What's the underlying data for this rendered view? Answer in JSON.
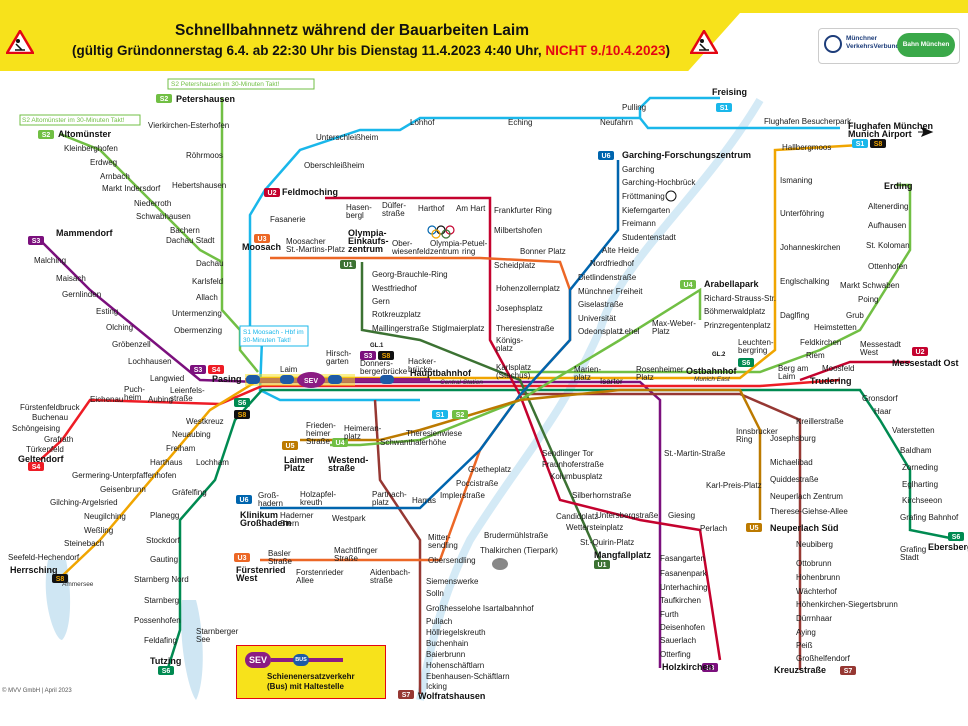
{
  "header": {
    "title": "Schnellbahnnetz während der Bauarbeiten Laim",
    "subtitle_prefix": "(gültig Gründonnerstag 6.4. ab 22:30 Uhr bis Dienstag 11.4.2023 4:40 Uhr, ",
    "subtitle_warning": "NICHT 9./10.4.2023",
    "subtitle_suffix": ")"
  },
  "logos": {
    "mvv_line1": "Münchner",
    "mvv_line2": "VerkehrsVerbund",
    "db": "Bahn München"
  },
  "colors": {
    "S1": "#1ab7ea",
    "S2": "#71bf44",
    "S3": "#7b107d",
    "S4": "#ee1c25",
    "S6": "#008a51",
    "S7": "#963833",
    "S8": "#f0a500",
    "U1": "#3c7233",
    "U2": "#c4022e",
    "U3": "#ec6726",
    "U5": "#bc7a00",
    "U6": "#0065ae",
    "SEV": "#8b1c83",
    "banner": "#f7e21b"
  },
  "notes": {
    "s2_petershausen": "S2 Petershausen im 30-Minuten Takt!",
    "s2_altomuenster": "S2 Altomünster im 30-Minuten Takt!",
    "s1_moosach_1": "S1 Moosach - Hbf im",
    "s1_moosach_2": "30-Minuten Takt!"
  },
  "badges": {
    "s2a": "S2",
    "s2b": "S2",
    "s3": "S3",
    "s3b": "S3",
    "s4": "S4",
    "s4b": "S4",
    "s6a": "S6",
    "s6b": "S6",
    "s6c": "S6",
    "s8a": "S8",
    "s8b": "S8",
    "s8c": "S8",
    "s8d": "S8",
    "s1a": "S1",
    "s1b": "S1",
    "s7a": "S7",
    "s7b": "S7",
    "s3c": "S3",
    "u1a": "U1",
    "u1b": "U1",
    "u2a": "U2",
    "u2b": "U2",
    "u3a": "U3",
    "u3b": "U3",
    "u4a": "U4",
    "u4b": "U4",
    "u5a": "U5",
    "u5b": "U5",
    "u6a": "U6",
    "u6b": "U6",
    "s1c": "S1",
    "s2c": "S2",
    "gl1": "GL.1",
    "gl2": "GL.2",
    "s8e": "S8",
    "s3d": "S3",
    "s6d": "S6"
  },
  "stations": {
    "petershausen": "Petershausen",
    "vierkirchen": "Vierkirchen-Esterhofen",
    "rohrmoos": "Röhrmoos",
    "hebertshausen": "Hebertshausen",
    "dachau_stadt": "Dachau Stadt",
    "dachau": "Dachau",
    "karlsfeld": "Karlsfeld",
    "allach": "Allach",
    "untermenzing": "Untermenzing",
    "obermenzing": "Obermenzing",
    "altomuenster": "Altomünster",
    "kleinberghofen": "Kleinberghofen",
    "erdweg": "Erdweg",
    "arnbach": "Arnbach",
    "markt_indersdorf": "Markt Indersdorf",
    "niederroth": "Niederroth",
    "schwabhausen": "Schwabhausen",
    "bachern": "Bachern",
    "mammendorf": "Mammendorf",
    "malching": "Malching",
    "maisach": "Maisach",
    "gernlinden": "Gernlinden",
    "esting": "Esting",
    "olching": "Olching",
    "groebenzell": "Gröbenzell",
    "lochhausen": "Lochhausen",
    "langwied": "Langwied",
    "pasing": "Pasing",
    "laim": "Laim",
    "hirschgarten": "Hirsch-\ngarten",
    "donnersbergerbruecke": "Donners-\nbergerbrücke",
    "hackerbruecke": "Hacker-\nbrücke",
    "hauptbahnhof": "Hauptbahnhof",
    "central_station": "Central Station",
    "karlsplatz": "Karlsplatz\n(Stachus)",
    "marienplatz": "Marien-\nplatz",
    "isartor": "Isartor",
    "rosenheimer_platz": "Rosenheimer\nPlatz",
    "ostbahnhof": "Ostbahnhof",
    "munich_east": "Munich East",
    "leuchtenbergring": "Leuchten-\nbergring",
    "berg_am_laim": "Berg am\nLaim",
    "trudering": "Trudering",
    "messestadt_west": "Messestadt\nWest",
    "messestadt_ost": "Messestadt Ost",
    "moosfeld": "Moosfeld",
    "gronsdorf": "Gronsdorf",
    "haar": "Haar",
    "vaterstetten": "Vaterstetten",
    "baldham": "Baldham",
    "zorneding": "Zorneding",
    "eglharting": "Eglharting",
    "kirchseeon": "Kirchseeon",
    "grafing_bahnhof": "Grafing Bahnhof",
    "grafing_stadt": "Grafing\nStadt",
    "ebersberg": "Ebersberg",
    "erding": "Erding",
    "altenerding": "Altenerding",
    "aufhausen": "Aufhausen",
    "st_koloman": "St. Koloman",
    "ottenhofen": "Ottenhofen",
    "markt_schwaben": "Markt Schwaben",
    "poing": "Poing",
    "grub": "Grub",
    "heimstetten": "Heimstetten",
    "feldkirchen": "Feldkirchen",
    "riem": "Riem",
    "freising": "Freising",
    "pulling": "Pulling",
    "neufahrn": "Neufahrn",
    "eching": "Eching",
    "lohhof": "Lohhof",
    "unterschleissheim": "Unterschleißheim",
    "oberschleissheim": "Oberschleißheim",
    "feldmoching": "Feldmoching",
    "fasanerie": "Fasanerie",
    "moosach": "Moosach",
    "flughafen_besucherpark": "Flughafen Besucherpark",
    "flughafen": "Flughafen München",
    "munich_airport": "Munich Airport",
    "hallbergmoos": "Hallbergmoos",
    "ismaning": "Ismaning",
    "unterfoehring": "Unterföhring",
    "johanneskirchen": "Johanneskirchen",
    "englschalking": "Englschalking",
    "daglfing": "Daglfing",
    "garching_fz": "Garching-Forschungszentrum",
    "garching": "Garching",
    "garching_hochbrueck": "Garching-Hochbrück",
    "froettmaning": "Fröttmaning",
    "kieferngarten": "Kieferngarten",
    "freimann": "Freimann",
    "studentenstadt": "Studentenstadt",
    "alte_heide": "Alte Heide",
    "nordfriedhof": "Nordfriedhof",
    "dietlindenstrasse": "Dietlindenstraße",
    "muenchner_freiheit": "Münchner Freiheit",
    "giselastrasse": "Giselastraße",
    "universitaet": "Universität",
    "odeonsplatz": "Odeonsplatz",
    "lehel": "Lehel",
    "max_weber_platz": "Max-Weber-\nPlatz",
    "arabellapark": "Arabellapark",
    "richard_strauss": "Richard-Strauss-Str.",
    "boehmerwaldplatz": "Böhmerwaldplatz",
    "prinzregentenplatz": "Prinzregentenplatz",
    "hasenbergl": "Hasen-\nbergl",
    "duelferstrasse": "Dülfer-\nstraße",
    "harthof": "Harthof",
    "am_hart": "Am Hart",
    "frankfurter_ring": "Frankfurter Ring",
    "milbertshofen": "Milbertshofen",
    "scheidplatz": "Scheidplatz",
    "hohenzollernplatz": "Hohenzollernplatz",
    "josephsplatz": "Josephsplatz",
    "theresienstrasse": "Theresienstraße",
    "koenigsplatz": "Königs-\nplatz",
    "bonner_platz": "Bonner Platz",
    "olympia_einkaufszentrum": "Olympia-\nEinkaufs-\nzentrum",
    "oberwiesenfeld": "Ober-\nwiesenfeld",
    "olympiazentrum": "Olympia-\nzentrum",
    "petuelring": "Petuel-\nring",
    "moosacher_st_martins": "Moosacher\nSt.-Martins-Platz",
    "georg_brauchle_ring": "Georg-Brauchle-Ring",
    "westfriedhof": "Westfriedhof",
    "gern": "Gern",
    "rotkreuzplatz": "Rotkreuzplatz",
    "maillingerstrasse": "Maillingerstraße",
    "stiglmaierplatz": "Stiglmaierplatz",
    "eichenau": "Eichenau",
    "puchheim": "Puch-\nheim",
    "aubing": "Aubing",
    "leienfelsstrasse": "Leienfels-\nstraße",
    "fuerstenfeldbruck": "Fürstenfeldbruck",
    "buchenau": "Buchenau",
    "schoengeising": "Schöngeising",
    "grafrath": "Grafrath",
    "tuerkenfeld": "Türkenfeld",
    "geltendorf": "Geltendorf",
    "westkreuz": "Westkreuz",
    "neuaubing": "Neuaubing",
    "freiham": "Freiham",
    "harthaus": "Harthaus",
    "germering": "Germering-Unterpfaffenhofen",
    "geisenbrunn": "Geisenbrunn",
    "gilching_argelsried": "Gilching-Argelsried",
    "neugilching": "Neugilching",
    "wessling": "Weßling",
    "steinebach": "Steinebach",
    "seefeld": "Seefeld-Hechendorf",
    "herrsching": "Herrsching",
    "lochham": "Lochham",
    "graefelfing": "Gräfelfing",
    "planegg": "Planegg",
    "stockdorf": "Stockdorf",
    "gauting": "Gauting",
    "starnberg_nord": "Starnberg Nord",
    "starnberg": "Starnberg",
    "possenhofen": "Possenhofen",
    "feldafing": "Feldafing",
    "tutzing": "Tutzing",
    "friedenheimer": "Frieden-\nheimer\nStraße",
    "heimeranplatz": "Heimeran-\nplatz",
    "theresienwiese": "Theresienwiese",
    "schwanthalerhoehe": "Schwanthalerhöhe",
    "laimer_platz": "Laimer\nPlatz",
    "westendstrasse": "Westend-\nstraße",
    "grosshadern": "Groß-\nhadern",
    "klinikum": "Klinikum\nGroßhadern",
    "haderner_stern": "Haderner\nStern",
    "holzapfelkreuth": "Holzapfel-\nkreuth",
    "westpark": "Westpark",
    "partnachplatz": "Partnach-\nplatz",
    "harras": "Harras",
    "implerstrasse": "Implerstraße",
    "poccistrasse": "Poccistraße",
    "goetheplatz": "Goetheplatz",
    "sendlinger_tor": "Sendlinger Tor",
    "fraunhoferstrasse": "Fraunhoferstraße",
    "kolumbusplatz": "Kolumbusplatz",
    "silberhornstrasse": "Silberhornstraße",
    "untersbergstrasse": "Untersbergstraße",
    "giesing": "Giesing",
    "candidplatz": "Candidplatz",
    "wettersteinplatz": "Wettersteinplatz",
    "st_quirin_platz": "St.-Quirin-Platz",
    "mangfallplatz": "Mangfallplatz",
    "mittersendling": "Mitter-\nsendling",
    "obersendling": "Obersendling",
    "brudermuehlstrasse": "Brudermühlstraße",
    "thalkirchen": "Thalkirchen (Tierpark)",
    "siemenswerke": "Siemenswerke",
    "solln": "Solln",
    "grosshesselohe": "Großhesselohe Isartalbahnhof",
    "pullach": "Pullach",
    "hoellriegelskreuth": "Höllriegelskreuth",
    "buchenhain": "Buchenhain",
    "baierbrunn": "Baierbrunn",
    "hohenschaeftlarn": "Hohenschäftlarn",
    "ebenhausen": "Ebenhausen-Schäftlarn",
    "icking": "Icking",
    "wolfratshausen": "Wolfratshausen",
    "fuerstenried_west": "Fürstenried\nWest",
    "basler_strasse": "Basler\nStraße",
    "forstenrieder_allee": "Forstenrieder\nAllee",
    "machtlfinger_strasse": "Machtlfinger\nStraße",
    "aidenbachstrasse": "Aidenbach-\nstraße",
    "st_martin_strasse": "St.-Martin-Straße",
    "karl_preis_platz": "Karl-Preis-Platz",
    "innsbrucker_ring": "Innsbrucker\nRing",
    "josephsburg": "Josephsburg",
    "kreillerstrasse": "Kreillerstraße",
    "michaelibad": "Michaelibad",
    "quiddestrasse": "Quiddestraße",
    "neuperlach_zentrum": "Neuperlach Zentrum",
    "therese_giehse": "Therese-Giehse-Allee",
    "neuperlach_sued": "Neuperlach Süd",
    "perlach": "Perlach",
    "neubiberg": "Neubiberg",
    "ottobrunn": "Ottobrunn",
    "hohenbrunn": "Hohenbrunn",
    "waechterhof": "Wächterhof",
    "hoehenkirchen": "Höhenkirchen-Siegertsbrunn",
    "duernhaar": "Dürrnhaar",
    "aying": "Aying",
    "peiss": "Peiß",
    "grossholfendorf": "Großhelfendorf",
    "kreuzstrasse": "Kreuzstraße",
    "fasangarten": "Fasangarten",
    "fasanenpark": "Fasanenpark",
    "unterhaching": "Unterhaching",
    "taufkirchen": "Taufkirchen",
    "furth": "Furth",
    "deisenhofen": "Deisenhofen",
    "sauerlach": "Sauerlach",
    "otterfing": "Otterfing",
    "holzkirchen": "Holzkirchen",
    "ammersee": "Ammersee",
    "starnberger_see": "Starnberger\nSee"
  },
  "legend": {
    "sev": "SEV",
    "bus": "BUS",
    "line1": "Schienenersatzverkehr",
    "line2": "(Bus) mit Haltestelle"
  },
  "footer": {
    "copyright": "© MVV GmbH | April 2023"
  }
}
